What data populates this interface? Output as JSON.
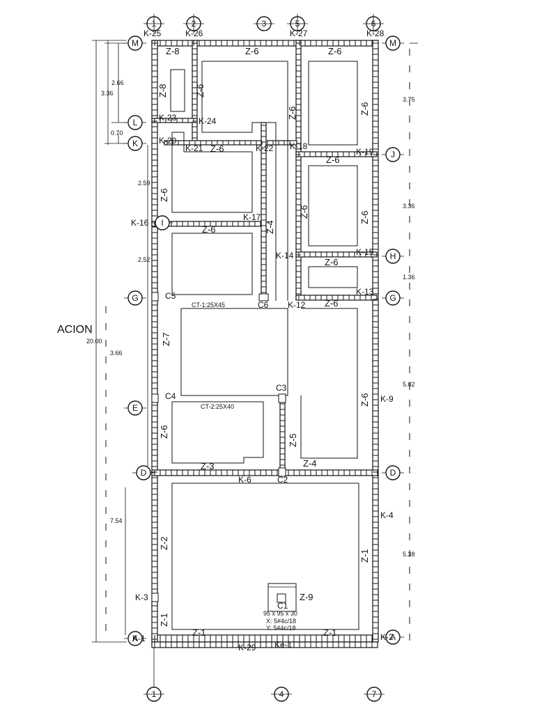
{
  "axes_top": [
    "1",
    "2",
    "3",
    "5",
    "6"
  ],
  "axes_bottom": [
    "1",
    "4",
    "7"
  ],
  "axes_left": [
    "M",
    "L",
    "K",
    "I",
    "G",
    "E",
    "D",
    "A"
  ],
  "axes_right": [
    "M",
    "J",
    "H",
    "G",
    "D",
    "A"
  ],
  "partial_title": "ACION",
  "dims_left": {
    "total": "20.00",
    "d1": "2.66",
    "d2": "3.36",
    "d3": "0.70",
    "d4": "2.59",
    "d5": "2.52",
    "d6": "3.66",
    "d7": "7.54"
  },
  "dims_right": {
    "d1": "3.75",
    "d2": "3.36",
    "d3": "1.36",
    "d4": "5.82",
    "d5": "5.38"
  },
  "z_labels": {
    "z8_top": "Z-8",
    "z6_top_mid": "Z-6",
    "z6_top_right": "Z-6",
    "z8_side": "Z-8",
    "z6_side_a": "Z-6",
    "z6_side_b": "Z-6",
    "z6_side_c": "Z-6",
    "z6_k21": "Z-6",
    "z6_right_j": "Z-6",
    "z6_left_k": "Z-6",
    "z6_i": "Z-6",
    "z4_i": "Z-4",
    "z6_mid_r": "Z-6",
    "z6_side_d": "Z-6",
    "z6_h": "Z-6",
    "z6_g": "Z-6",
    "z7": "Z-7",
    "z6_e": "Z-6",
    "z6_right_low": "Z-6",
    "z5": "Z-5",
    "z3": "Z-3",
    "z4_d": "Z-4",
    "z2": "Z-2",
    "z1_right": "Z-1",
    "z1_left": "Z-1",
    "z1_bottom_left": "Z-1",
    "z1_bottom_right": "Z-1",
    "z9": "Z-9"
  },
  "k_labels": {
    "k25": "K-25",
    "k26": "K-26",
    "k27": "K-27",
    "k28": "K-28",
    "k23": "K-23",
    "k24": "K-24",
    "k20": "K-20",
    "k21": "K-21",
    "k22": "K-22",
    "k18": "K-18",
    "k19": "K-19",
    "k16": "K-16",
    "k17": "K-17",
    "k14": "K-14",
    "k15": "K-15",
    "k13": "K-13",
    "k12": "K-12",
    "k9": "K-9",
    "k6": "K-6",
    "k4": "K-4",
    "k3": "K-3",
    "k1": "K-1",
    "k2": "K-2",
    "k29": "K-29",
    "ke1": "Ke-1"
  },
  "columns": {
    "c5": "C5",
    "c6": "C6",
    "c4": "C4",
    "c3": "C3",
    "c2": "C2",
    "c1": "C1"
  },
  "beam_notes": {
    "ct1": "CT-1:25X45",
    "ct2": "CT-2:25X40"
  },
  "footing": {
    "size": "95 x 95 x 30",
    "x": "X: 5#4c/18",
    "y": "Y: 5#4c/18"
  }
}
